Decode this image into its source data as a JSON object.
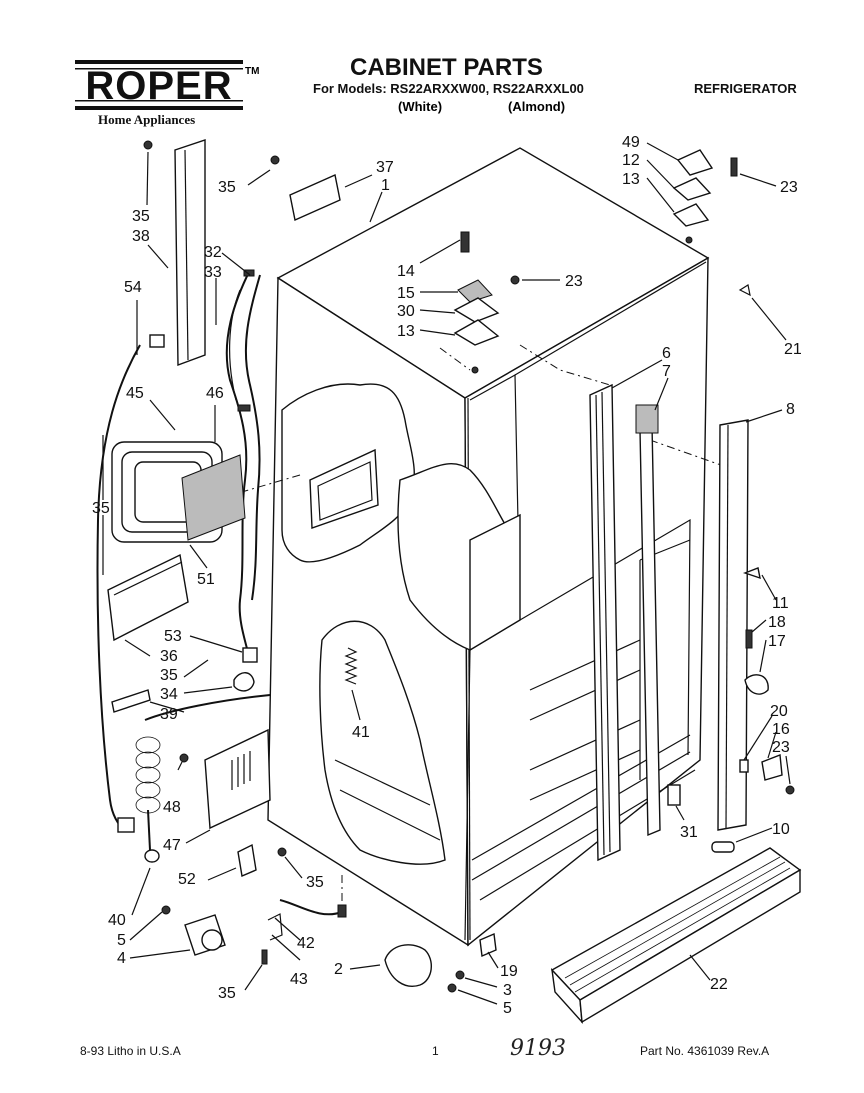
{
  "header": {
    "brand": "ROPER",
    "brand_tm": "TM",
    "brand_sub": "Home Appliances",
    "title": "CABINET PARTS",
    "models_line": "For Models: RS22ARXXW00, RS22ARXXL00",
    "color_1": "(White)",
    "color_2": "(Almond)",
    "category": "REFRIGERATOR"
  },
  "footer": {
    "print_info": "8-93 Litho in U.S.A",
    "page_number": "1",
    "handwritten_note": "9193",
    "part_number": "Part No. 4361039 Rev.A"
  },
  "callouts": [
    {
      "id": "c35a",
      "text": "35"
    },
    {
      "id": "c37",
      "text": "37"
    },
    {
      "id": "c1",
      "text": "1"
    },
    {
      "id": "c35b",
      "text": "35"
    },
    {
      "id": "c38",
      "text": "38"
    },
    {
      "id": "c32",
      "text": "32"
    },
    {
      "id": "c33",
      "text": "33"
    },
    {
      "id": "c54",
      "text": "54"
    },
    {
      "id": "c45",
      "text": "45"
    },
    {
      "id": "c46",
      "text": "46"
    },
    {
      "id": "c35c",
      "text": "35"
    },
    {
      "id": "c51",
      "text": "51"
    },
    {
      "id": "c53",
      "text": "53"
    },
    {
      "id": "c36",
      "text": "36"
    },
    {
      "id": "c35d",
      "text": "35"
    },
    {
      "id": "c34",
      "text": "34"
    },
    {
      "id": "c39",
      "text": "39"
    },
    {
      "id": "c41",
      "text": "41"
    },
    {
      "id": "c48",
      "text": "48"
    },
    {
      "id": "c47",
      "text": "47"
    },
    {
      "id": "c52",
      "text": "52"
    },
    {
      "id": "c35e",
      "text": "35"
    },
    {
      "id": "c40",
      "text": "40"
    },
    {
      "id": "c5a",
      "text": "5"
    },
    {
      "id": "c4",
      "text": "4"
    },
    {
      "id": "c42",
      "text": "42"
    },
    {
      "id": "c43",
      "text": "43"
    },
    {
      "id": "c35f",
      "text": "35"
    },
    {
      "id": "c2",
      "text": "2"
    },
    {
      "id": "c19",
      "text": "19"
    },
    {
      "id": "c3",
      "text": "3"
    },
    {
      "id": "c5b",
      "text": "5"
    },
    {
      "id": "c22",
      "text": "22"
    },
    {
      "id": "c14",
      "text": "14"
    },
    {
      "id": "c15",
      "text": "15"
    },
    {
      "id": "c30",
      "text": "30"
    },
    {
      "id": "c13a",
      "text": "13"
    },
    {
      "id": "c23a",
      "text": "23"
    },
    {
      "id": "c49",
      "text": "49"
    },
    {
      "id": "c12",
      "text": "12"
    },
    {
      "id": "c13b",
      "text": "13"
    },
    {
      "id": "c23b",
      "text": "23"
    },
    {
      "id": "c21",
      "text": "21"
    },
    {
      "id": "c6",
      "text": "6"
    },
    {
      "id": "c7",
      "text": "7"
    },
    {
      "id": "c8",
      "text": "8"
    },
    {
      "id": "c11",
      "text": "11"
    },
    {
      "id": "c18",
      "text": "18"
    },
    {
      "id": "c17",
      "text": "17"
    },
    {
      "id": "c20",
      "text": "20"
    },
    {
      "id": "c16",
      "text": "16"
    },
    {
      "id": "c23c",
      "text": "23"
    },
    {
      "id": "c31",
      "text": "31"
    },
    {
      "id": "c10",
      "text": "10"
    }
  ]
}
